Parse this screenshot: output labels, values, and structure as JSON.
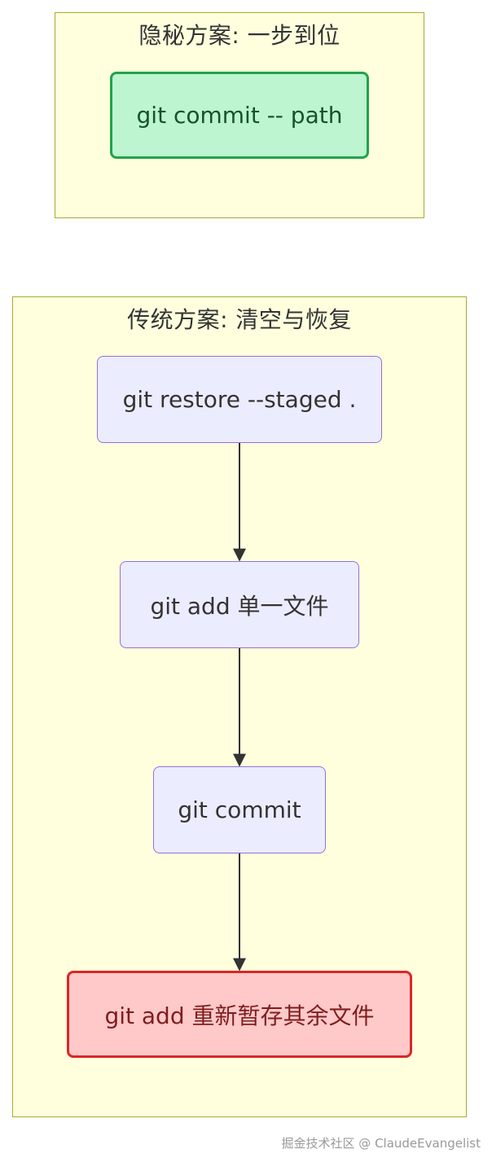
{
  "clusters": {
    "hidden": {
      "title": "隐秘方案: 一步到位",
      "nodes": {
        "commit_path": "git commit -- path"
      }
    },
    "traditional": {
      "title": "传统方案: 清空与恢复",
      "nodes": {
        "restore": "git restore --staged .",
        "add_single": "git add 单一文件",
        "commit": "git commit",
        "add_rest": "git add 重新暂存其余文件"
      }
    }
  },
  "colors": {
    "cluster_fill": "#ffffde",
    "cluster_stroke": "#aaaa33",
    "node_fill": "#ececff",
    "node_stroke": "#9370db",
    "green_fill": "#bcf5cf",
    "green_stroke": "#22a34a",
    "red_fill": "#ffc9c9",
    "red_stroke": "#dc2626",
    "edge": "#333333"
  },
  "edges": [
    {
      "from": "restore",
      "to": "add_single"
    },
    {
      "from": "add_single",
      "to": "commit"
    },
    {
      "from": "commit",
      "to": "add_rest"
    }
  ],
  "watermark": "掘金技术社区 @ ClaudeEvangelist"
}
